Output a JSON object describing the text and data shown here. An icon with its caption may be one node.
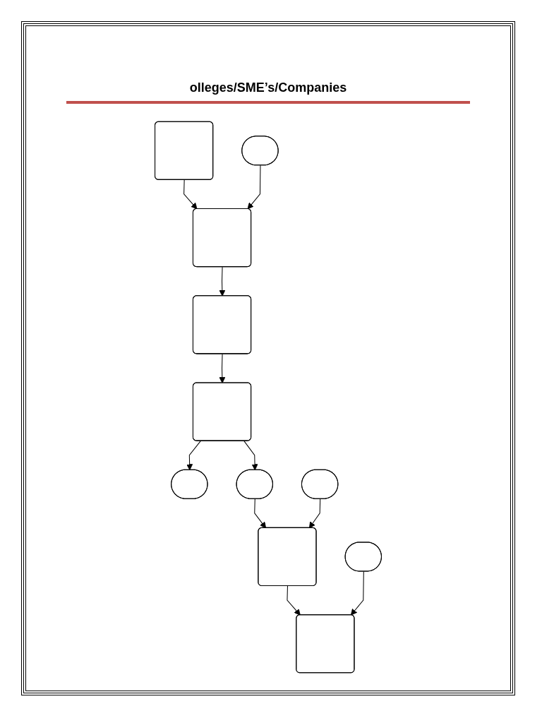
{
  "diagram": {
    "title": "olleges/SME’s/Companies",
    "nodes": [
      {
        "text": [],
        "shape": "box"
      },
      {
        "text": [],
        "shape": "ellipse"
      },
      {
        "text": [],
        "shape": "box"
      },
      {
        "text": [],
        "shape": "box"
      },
      {
        "text": [],
        "shape": "box"
      },
      {
        "text": [],
        "shape": "ellipse"
      },
      {
        "text": [],
        "shape": "ellipse"
      },
      {
        "text": [],
        "shape": "ellipse"
      },
      {
        "text": [],
        "shape": "box"
      },
      {
        "text": [],
        "shape": "ellipse"
      },
      {
        "text": [],
        "shape": "box"
      }
    ],
    "edges": [
      {
        "from": 0,
        "to": 2,
        "arrow": "to"
      },
      {
        "from": 1,
        "to": 2,
        "arrow": "to"
      },
      {
        "from": 2,
        "to": 3,
        "arrow": "to"
      },
      {
        "from": 3,
        "to": 4,
        "arrow": "to"
      },
      {
        "from": 4,
        "to": 5,
        "arrow": "to"
      },
      {
        "from": 4,
        "to": 6,
        "arrow": "to"
      },
      {
        "from": 6,
        "to": 8,
        "arrow": "to"
      },
      {
        "from": 7,
        "to": 8,
        "arrow": "to"
      },
      {
        "from": 8,
        "to": 10,
        "arrow": "to"
      },
      {
        "from": 9,
        "to": 10,
        "arrow": "to"
      }
    ]
  }
}
